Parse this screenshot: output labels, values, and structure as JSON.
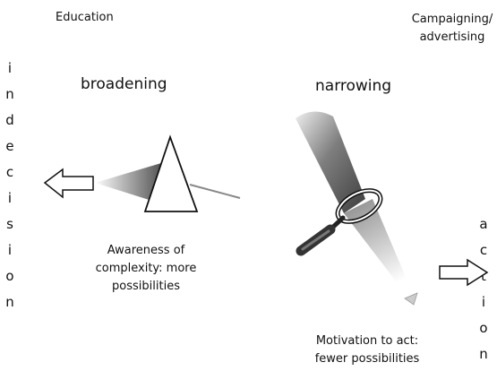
{
  "headers": {
    "left": "Education",
    "right_line1": "Campaigning/",
    "right_line2": "advertising"
  },
  "modes": {
    "left": "broadening",
    "right": "narrowing"
  },
  "captions": {
    "left_line1": "Awareness of",
    "left_line2": "complexity: more",
    "left_line3": "possibilities",
    "right_line1": "Motivation to act:",
    "right_line2": "fewer possibilities"
  },
  "vertical_words": {
    "left": [
      "i",
      "n",
      "d",
      "e",
      "c",
      "i",
      "s",
      "i",
      "o",
      "n"
    ],
    "right": [
      "a",
      "c",
      "t",
      "i",
      "o",
      "n"
    ]
  },
  "icons": [
    "arrow-left-icon",
    "prism-icon",
    "magnifying-glass-icon",
    "arrow-right-icon"
  ],
  "colors": {
    "stroke": "#111111",
    "shade_dark": "#555555",
    "shade_light": "#eeeeee"
  }
}
